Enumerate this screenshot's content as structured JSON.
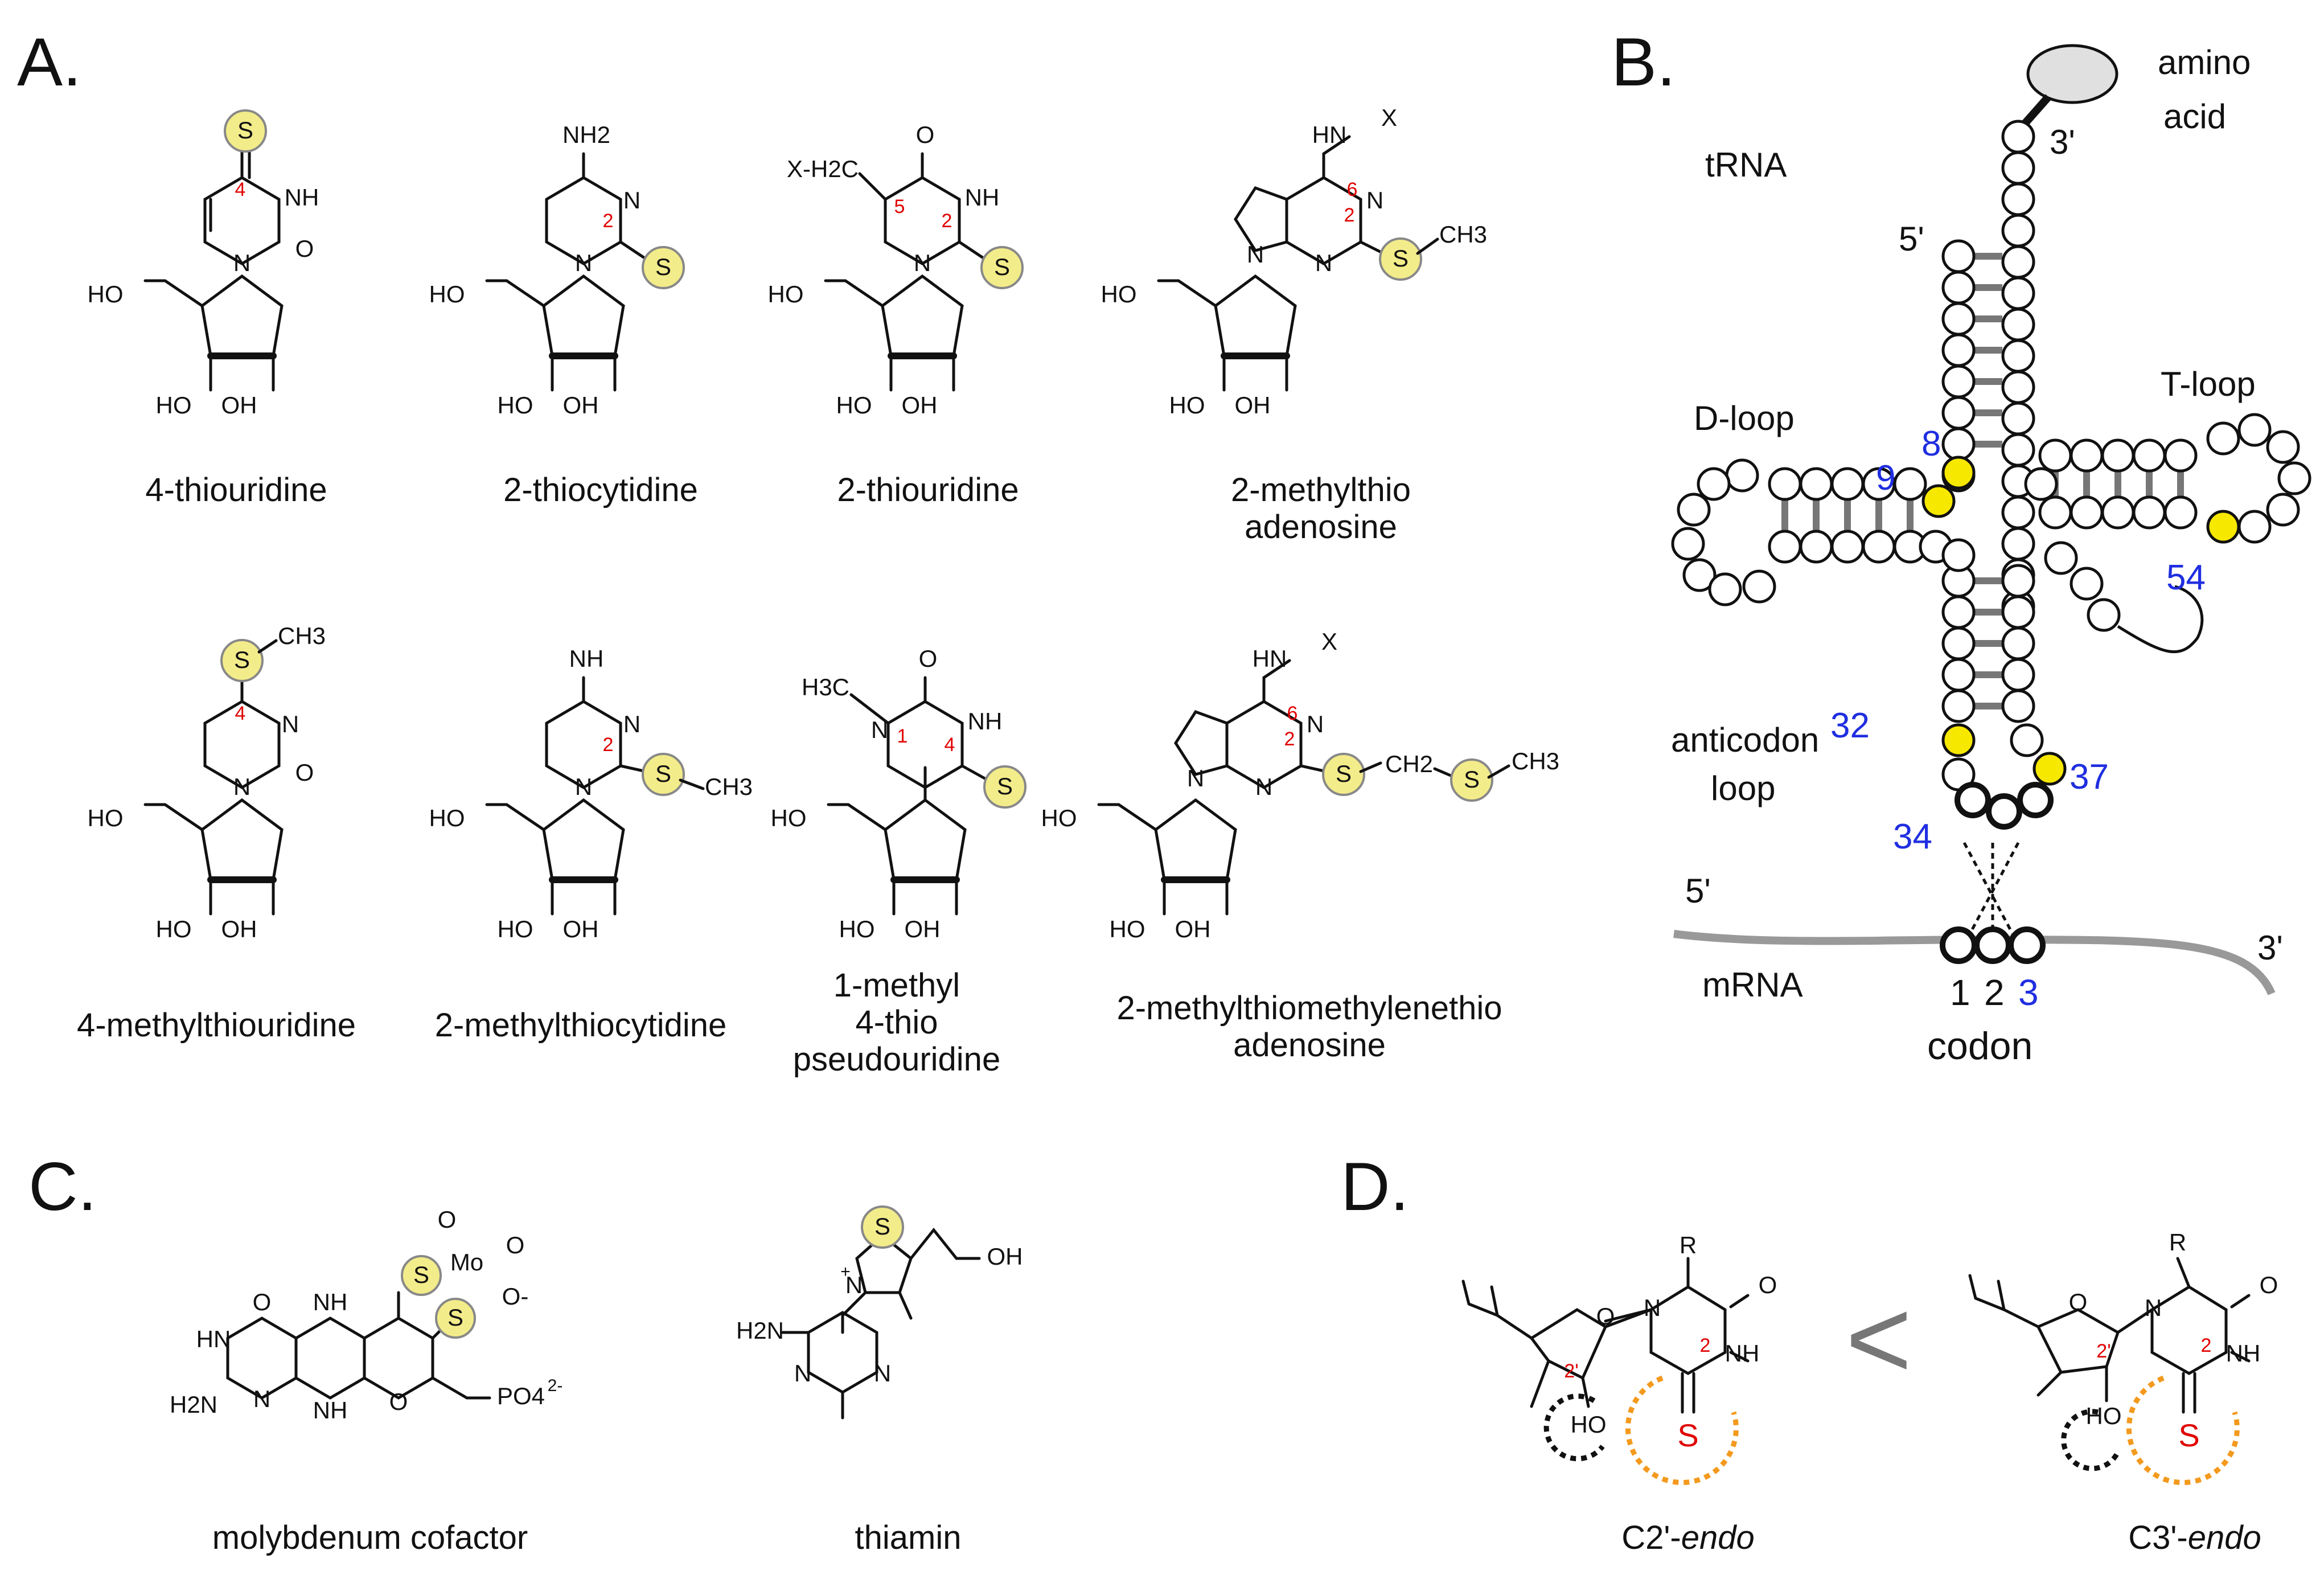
{
  "panels": {
    "a": "A.",
    "b": "B.",
    "c": "C.",
    "d": "D."
  },
  "panel_a": {
    "compounds": [
      {
        "name": "4-thiouridine",
        "lines": [
          "4-thiouridine"
        ]
      },
      {
        "name": "2-thiocytidine",
        "lines": [
          "2-thiocytidine"
        ]
      },
      {
        "name": "2-thiouridine",
        "lines": [
          "2-thiouridine"
        ]
      },
      {
        "name": "2-methylthio adenosine",
        "lines": [
          "2-methylthio",
          "adenosine"
        ]
      },
      {
        "name": "4-methylthiouridine",
        "lines": [
          "4-methylthiouridine"
        ]
      },
      {
        "name": "2-methylthiocytidine",
        "lines": [
          "2-methylthiocytidine"
        ]
      },
      {
        "name": "1-methyl 4-thio pseudouridine",
        "lines": [
          "1-methyl",
          "4-thio",
          "pseudouridine"
        ]
      },
      {
        "name": "2-methylthiomethylenethio adenosine",
        "lines": [
          "2-methylthiomethylenethio",
          "adenosine"
        ]
      }
    ],
    "atoms": {
      "S": "S",
      "N": "N",
      "NH": "NH",
      "O": "O",
      "HO": "HO",
      "OH": "OH",
      "NH2": "NH2",
      "HN": "HN",
      "X": "X",
      "CH3": "CH3",
      "XH2C": "X-H2C",
      "H3C": "H3C",
      "CH2": "CH2"
    },
    "position_numbers": [
      "1",
      "2",
      "4",
      "5",
      "6"
    ]
  },
  "panel_b": {
    "trna_label": "tRNA",
    "amino_acid_label": [
      "amino",
      "acid"
    ],
    "prime5": "5'",
    "prime3": "3'",
    "d_loop": "D-loop",
    "t_loop": "T-loop",
    "anticodon_loop": [
      "anticodon",
      "loop"
    ],
    "positions": {
      "p8": "8",
      "p9": "9",
      "p32": "32",
      "p34": "34",
      "p37": "37",
      "p54": "54"
    },
    "mrna_label": "mRNA",
    "mrna_5": "5'",
    "mrna_3": "3'",
    "codon_numbers": [
      "1",
      "2",
      "3"
    ],
    "codon_label": "codon",
    "colors": {
      "modified": "#f7e800",
      "number": "#1f2ee0",
      "mrna": "#999999"
    }
  },
  "panel_c": {
    "compounds": [
      {
        "name": "molybdenum cofactor"
      },
      {
        "name": "thiamin"
      }
    ],
    "atoms": {
      "Mo": "Mo",
      "PO4": "PO4",
      "charge": "2-",
      "Ominus": "O-",
      "H2N": "H2N",
      "OH": "OH",
      "plus": "+"
    }
  },
  "panel_d": {
    "conformers": [
      {
        "name": "C2'-endo",
        "prefix": "C2'-",
        "italic": "endo"
      },
      {
        "name": "C3'-endo",
        "prefix": "C3'-",
        "italic": "endo"
      }
    ],
    "comparator": "<",
    "atoms": {
      "R": "R",
      "S": "S",
      "HO": "HO",
      "prime2": "2'"
    },
    "colors": {
      "orange": "#f39a1e",
      "sulfur": "#e00000"
    }
  },
  "colors": {
    "highlight": "#f3ec8a",
    "red_number": "#e00000"
  }
}
